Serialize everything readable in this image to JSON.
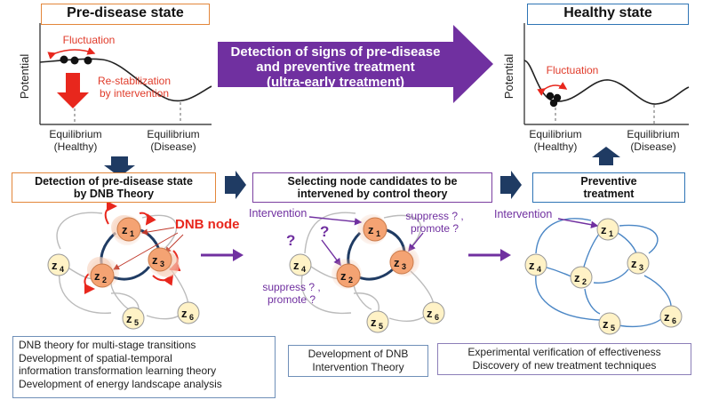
{
  "pre_disease": {
    "title": "Pre-disease state",
    "fluctuation": "Fluctuation",
    "restab_line1": "Re-stabilization",
    "restab_line2": "by intervention"
  },
  "healthy": {
    "title": "Healthy state",
    "fluctuation": "Fluctuation"
  },
  "axis": {
    "potential": "Potential",
    "eq_healthy_line1": "Equilibrium",
    "eq_healthy_line2": "(Healthy)",
    "eq_disease_line1": "Equilibrium",
    "eq_disease_line2": "(Disease)"
  },
  "banner": {
    "line1": "Detection of signs of pre-disease",
    "line2": "and preventive treatment",
    "line3": "(ultra-early treatment)"
  },
  "steps": {
    "step1_line1": "Detection of pre-disease state",
    "step1_line2": "by DNB Theory",
    "step2_line1": "Selecting node candidates to be",
    "step2_line2": "intervened by control theory",
    "step3_line1": "Preventive",
    "step3_line2": "treatment"
  },
  "networks": {
    "dnb_node": "DNB node",
    "intervention": "Intervention",
    "suppress_promote_a_line1": "suppress ? ,",
    "suppress_promote_a_line2": "promote ?",
    "suppress_promote_b_line1": "suppress ? ,",
    "suppress_promote_b_line2": "promote ?",
    "question": "?",
    "node_main": "z",
    "node_subs": [
      "1",
      "2",
      "3",
      "4",
      "5",
      "6"
    ]
  },
  "bottom": {
    "left": [
      "DNB theory for multi-stage transitions",
      "Development of spatial-temporal",
      "information transformation learning theory",
      "Development of energy landscape analysis"
    ],
    "middle": [
      "Development of DNB",
      "Intervention Theory"
    ],
    "right": [
      "Experimental verification of effectiveness",
      "Discovery of new treatment techniques"
    ]
  },
  "colors": {
    "orange_border": "#e3863a",
    "blue_border": "#2e74b5",
    "purple": "#7030a0",
    "navy": "#1f3b63",
    "red": "#e8271d",
    "dnb_node_fill": "#f4a373",
    "node_fill": "#fff2c6"
  }
}
